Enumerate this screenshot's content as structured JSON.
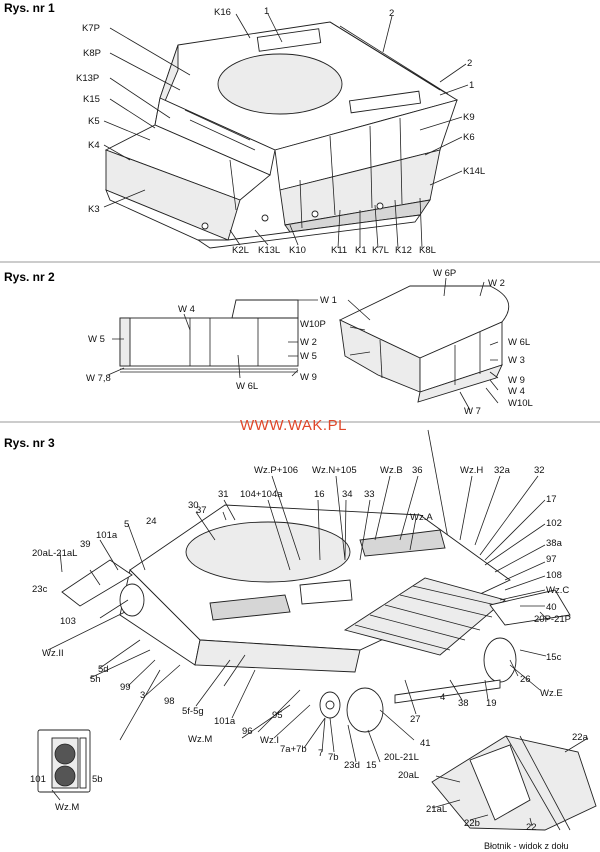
{
  "watermark": "WWW.WAK.PL",
  "figure1": {
    "title": "Rys. nr 1",
    "labels": [
      "K16",
      "1",
      "2",
      "K7P",
      "K8P",
      "2",
      "1",
      "K13P",
      "K15",
      "K9",
      "K5",
      "K6",
      "K4",
      "K14L",
      "K3",
      "K2L",
      "K13L",
      "K10",
      "K11",
      "K1",
      "K7L",
      "K12",
      "K8L"
    ]
  },
  "figure2": {
    "title": "Rys. nr 2",
    "labels": [
      "W 6P",
      "W 2",
      "W 1",
      "W 4",
      "W10P",
      "W 5",
      "W 2",
      "W 6L",
      "W 5",
      "W 3",
      "W 7,8",
      "W 6L",
      "W 9",
      "W 9",
      "W 4",
      "W 7",
      "W10L"
    ]
  },
  "figure3": {
    "title": "Rys. nr 3",
    "labels": [
      "Wz.P+106",
      "Wz.N+105",
      "Wz.B",
      "36",
      "Wz.H",
      "32a",
      "32",
      "31",
      "104+104a",
      "16",
      "34",
      "33",
      "17",
      "30",
      "37",
      "102",
      "5",
      "24",
      "Wz.A",
      "38a",
      "101a",
      "39",
      "97",
      "20aL-21aL",
      "108",
      "23c",
      "Wz.C",
      "40",
      "20P-21P",
      "103",
      "15c",
      "Wz.II",
      "26",
      "5d",
      "Wz.E",
      "5h",
      "99",
      "3",
      "98",
      "19",
      "5f-5g",
      "38",
      "27",
      "4",
      "101a",
      "95",
      "Wz.M",
      "96",
      "Wz.I",
      "41",
      "7a+7b",
      "7",
      "7b",
      "23d",
      "15",
      "20L-21L",
      "22a",
      "20aL",
      "21aL",
      "22b",
      "22"
    ],
    "inset_labels": [
      "101",
      "5b",
      "Wz.M"
    ],
    "caption": "Błotnik - widok z dołu"
  }
}
